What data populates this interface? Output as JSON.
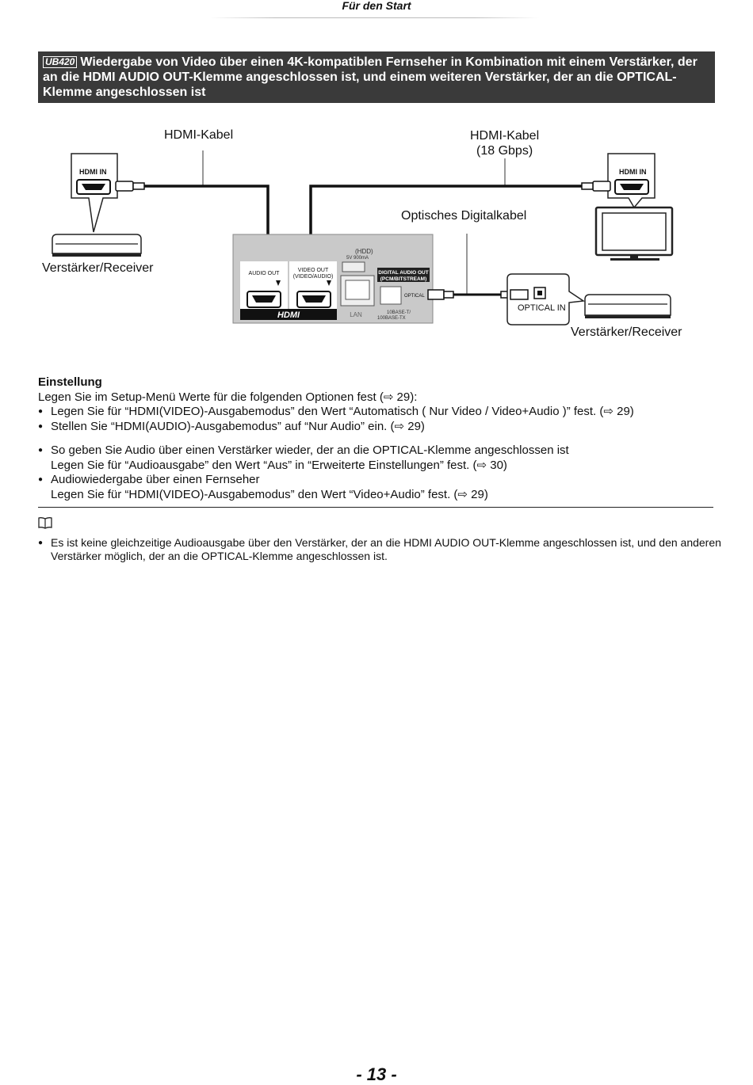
{
  "header": {
    "title": "Für den Start"
  },
  "banner": {
    "badge": "UB420",
    "text": "Wiedergabe von Video über einen 4K-kompatiblen Fernseher in Kombination mit einem Verstärker, der an die HDMI AUDIO OUT-Klemme angeschlossen ist, und einem weiteren Verstärker, der an die OPTICAL-Klemme angeschlossen ist"
  },
  "diagram": {
    "hdmi_cable_left": "HDMI-Kabel",
    "hdmi_cable_right_1": "HDMI-Kabel",
    "hdmi_cable_right_2": "(18 Gbps)",
    "optical_cable": "Optisches Digitalkabel",
    "receiver_left": "Verstärker/Receiver",
    "receiver_right": "Verstärker/Receiver",
    "hdmi_in_left": "HDMI IN",
    "hdmi_in_right": "HDMI IN",
    "optical_in": "OPTICAL IN",
    "audio_out": "AUDIO OUT",
    "video_out_1": "VIDEO OUT",
    "video_out_2": "(VIDEO/AUDIO)",
    "hdd_1": "(HDD)",
    "hdd_2": "5V 900mA",
    "digital_audio_out_1": "DIGITAL AUDIO OUT",
    "digital_audio_out_2": "(PCM/BITSTREAM)",
    "optical": "OPTICAL",
    "hdmi_logo": "HDMI",
    "lan": "LAN",
    "lan_spec_1": "10BASE-T/",
    "lan_spec_2": "100BASE-TX"
  },
  "settings": {
    "heading": "Einstellung",
    "intro": "Legen Sie im Setup-Menü Werte für die folgenden Optionen fest (⇨ 29):",
    "bullet1": "Legen Sie für “HDMI(VIDEO)-Ausgabemodus” den Wert “Automatisch ( Nur Video / Video+Audio )” fest. (⇨ 29)",
    "bullet2": "Stellen Sie “HDMI(AUDIO)-Ausgabemodus” auf “Nur Audio” ein. (⇨ 29)",
    "bullet3_line1": "So geben Sie Audio über einen Verstärker wieder, der an die OPTICAL-Klemme angeschlossen ist",
    "bullet3_line2": "Legen Sie für “Audioausgabe” den Wert “Aus” in “Erweiterte Einstellungen” fest. (⇨ 30)",
    "bullet4_line1": "Audiowiedergabe über einen Fernseher",
    "bullet4_line2": "Legen Sie für “HDMI(VIDEO)-Ausgabemodus” den Wert “Video+Audio” fest. (⇨ 29)"
  },
  "note": {
    "text": "Es ist keine gleichzeitige Audioausgabe über den Verstärker, der an die HDMI AUDIO OUT-Klemme angeschlossen ist, und den anderen Verstärker möglich, der an die OPTICAL-Klemme angeschlossen ist."
  },
  "page_number": "- 13 -"
}
